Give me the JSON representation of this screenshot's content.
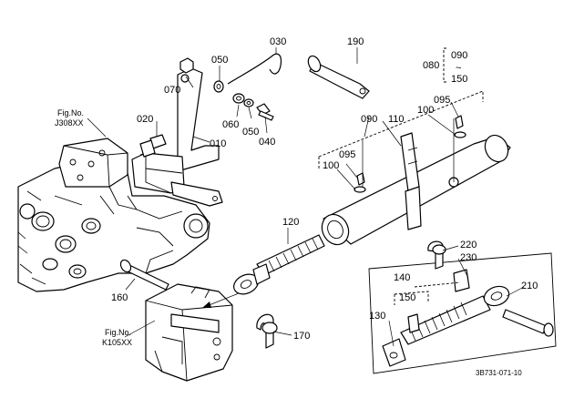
{
  "parts": [
    {
      "id": "p030",
      "number": "030"
    },
    {
      "id": "p190",
      "number": "190"
    },
    {
      "id": "p050a",
      "number": "050"
    },
    {
      "id": "p070",
      "number": "070"
    },
    {
      "id": "p080",
      "number": "080"
    },
    {
      "id": "p090a",
      "number": "090"
    },
    {
      "id": "p150a",
      "number": "150"
    },
    {
      "id": "p095a",
      "number": "095"
    },
    {
      "id": "p100a",
      "number": "100"
    },
    {
      "id": "p110",
      "number": "110"
    },
    {
      "id": "p090b",
      "number": "090"
    },
    {
      "id": "p020",
      "number": "020"
    },
    {
      "id": "p060",
      "number": "060"
    },
    {
      "id": "p050b",
      "number": "050"
    },
    {
      "id": "p040",
      "number": "040"
    },
    {
      "id": "p010",
      "number": "010"
    },
    {
      "id": "p095b",
      "number": "095"
    },
    {
      "id": "p100b",
      "number": "100"
    },
    {
      "id": "p120",
      "number": "120"
    },
    {
      "id": "p220",
      "number": "220"
    },
    {
      "id": "p230",
      "number": "230"
    },
    {
      "id": "p140",
      "number": "140"
    },
    {
      "id": "p210",
      "number": "210"
    },
    {
      "id": "p160",
      "number": "160"
    },
    {
      "id": "p150b",
      "number": "150"
    },
    {
      "id": "p130",
      "number": "130"
    },
    {
      "id": "p170",
      "number": "170"
    }
  ],
  "range_mark": "~",
  "fig_refs": [
    {
      "id": "fig-j308",
      "label": "Fig.No.",
      "code": "J308XX"
    },
    {
      "id": "fig-k105",
      "label": "Fig.No.",
      "code": "K105XX"
    }
  ],
  "drawing_code": "3B731-071-10"
}
